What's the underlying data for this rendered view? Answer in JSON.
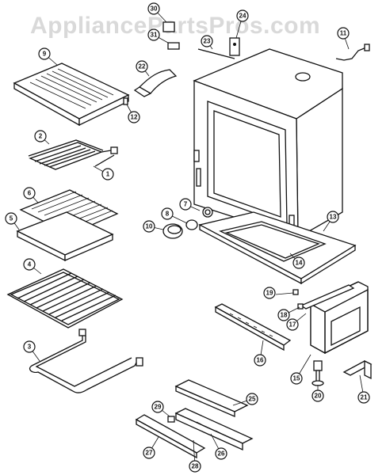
{
  "watermark": "AppliancePartsPros.com",
  "callouts": [
    {
      "label": "1"
    },
    {
      "label": "2"
    },
    {
      "label": "3"
    },
    {
      "label": "4"
    },
    {
      "label": "5"
    },
    {
      "label": "6"
    },
    {
      "label": "7"
    },
    {
      "label": "8"
    },
    {
      "label": "9"
    },
    {
      "label": "10"
    },
    {
      "label": "11"
    },
    {
      "label": "12"
    },
    {
      "label": "13"
    },
    {
      "label": "14"
    },
    {
      "label": "15"
    },
    {
      "label": "16"
    },
    {
      "label": "17"
    },
    {
      "label": "18"
    },
    {
      "label": "19"
    },
    {
      "label": "20"
    },
    {
      "label": "21"
    },
    {
      "label": "22"
    },
    {
      "label": "23"
    },
    {
      "label": "24"
    },
    {
      "label": "25"
    },
    {
      "label": "26"
    },
    {
      "label": "27"
    },
    {
      "label": "28"
    },
    {
      "label": "29"
    },
    {
      "label": "30"
    },
    {
      "label": "31"
    }
  ]
}
